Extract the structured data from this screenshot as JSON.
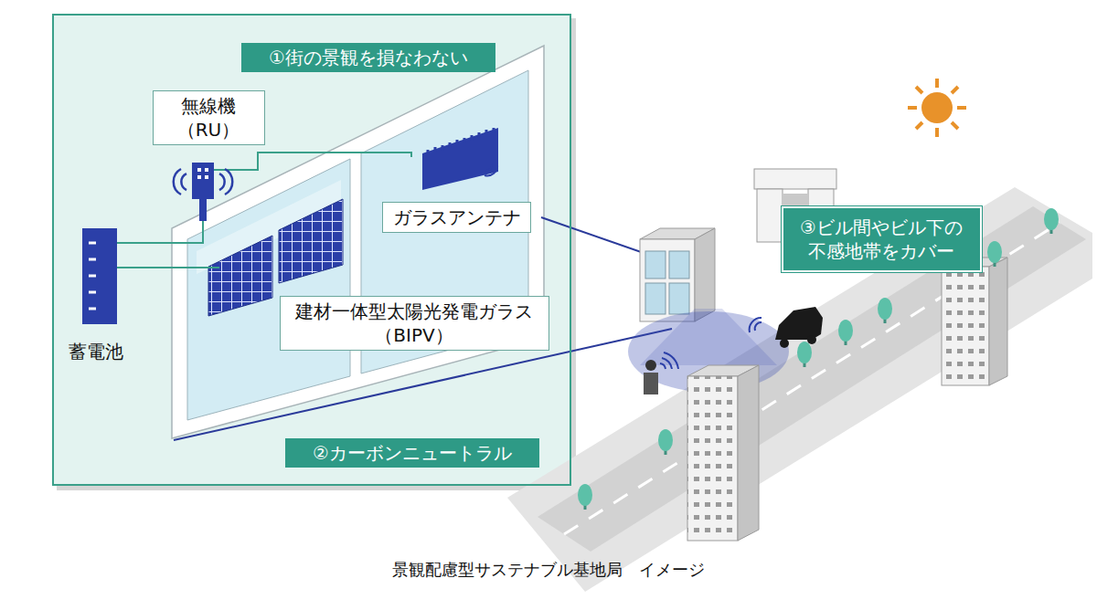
{
  "diagram": {
    "caption": "景観配慮型サステナブル基地局　イメージ",
    "nodes": [
      {
        "text": [
          "①街の景観を損なわない",
          "②カーボンニュートラル"
        ]
      },
      {
        "text": [
          "無線機 （RU）"
        ],
        "in": 0
      },
      {
        "text": [
          "ガラスアンテナ"
        ],
        "in": 0
      },
      {
        "text": [
          "建材一体型太陽光発電ガラス （BIPV）"
        ],
        "in": 0
      },
      {
        "text": [
          "③ビル間やビル下の 不感地帯をカバー"
        ]
      }
    ],
    "labels": [
      "蓄電池"
    ]
  }
}
